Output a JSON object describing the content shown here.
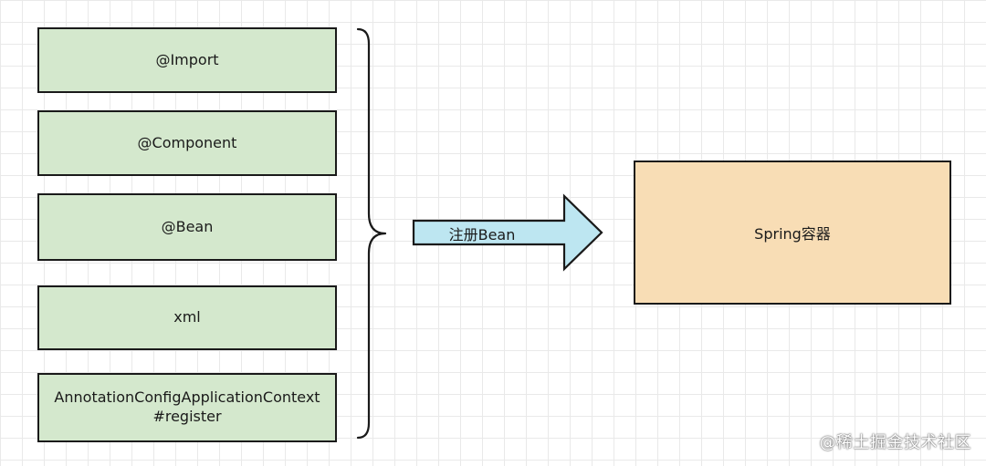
{
  "sources": [
    {
      "label": "@Import"
    },
    {
      "label": "@Component"
    },
    {
      "label": "@Bean"
    },
    {
      "label": "xml"
    },
    {
      "label": "AnnotationConfigApplicationContext\n#register"
    }
  ],
  "arrow": {
    "label": "注册Bean"
  },
  "target": {
    "label": "Spring容器"
  },
  "watermark": "@稀土掘金技术社区",
  "colors": {
    "source_fill": "#d4e8cd",
    "target_fill": "#f8ddb5",
    "arrow_fill": "#bde6f1",
    "stroke": "#1a1a1a"
  }
}
